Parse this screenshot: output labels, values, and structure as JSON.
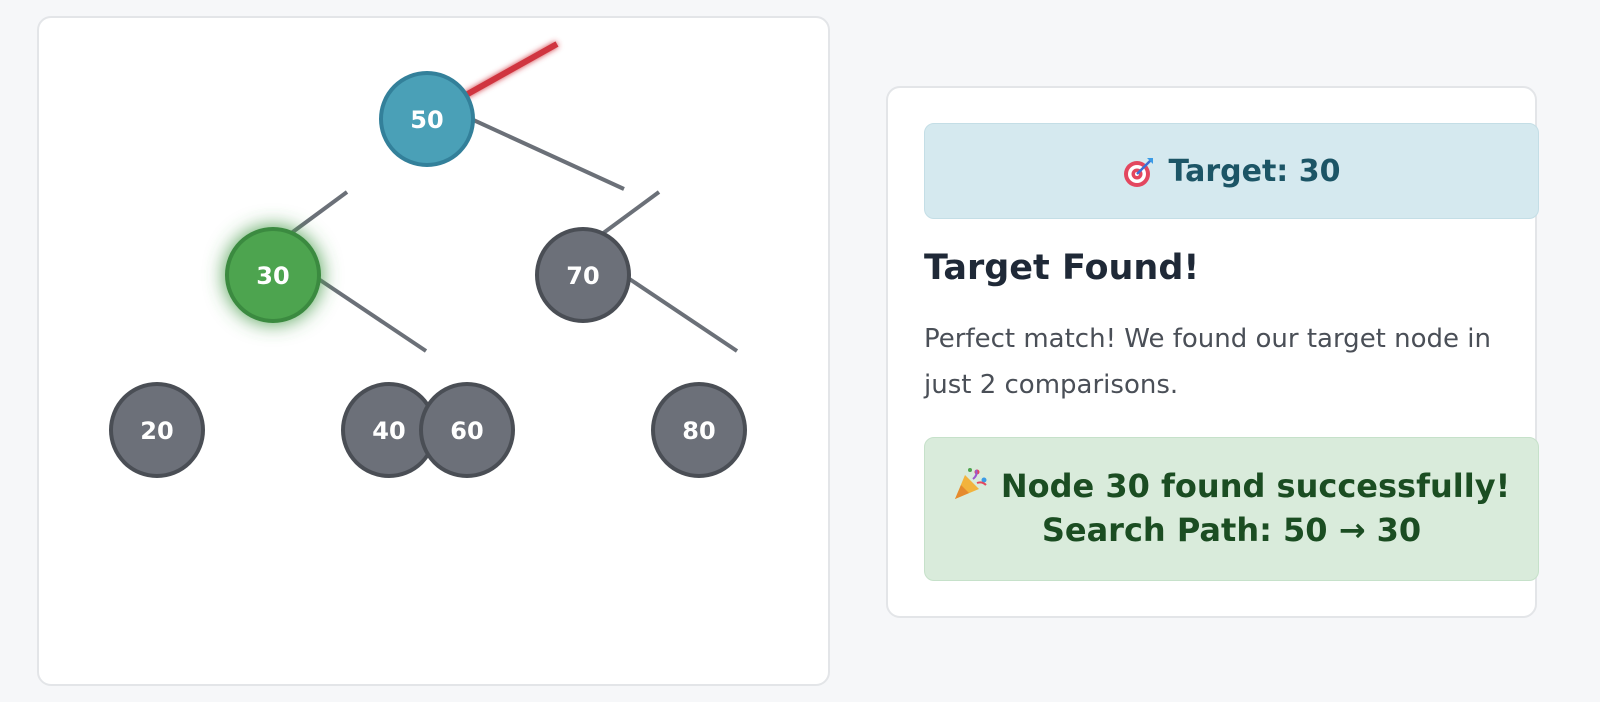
{
  "tree": {
    "nodes": [
      {
        "id": "n50",
        "label": "50",
        "state": "current"
      },
      {
        "id": "n30",
        "label": "30",
        "state": "found"
      },
      {
        "id": "n70",
        "label": "70",
        "state": "default"
      },
      {
        "id": "n20",
        "label": "20",
        "state": "default"
      },
      {
        "id": "n40",
        "label": "40",
        "state": "default"
      },
      {
        "id": "n60",
        "label": "60",
        "state": "default"
      },
      {
        "id": "n80",
        "label": "80",
        "state": "default"
      }
    ],
    "colors": {
      "current_fill": "#4aa0b7",
      "current_stroke": "#33809a",
      "found_fill": "#4ea44f",
      "found_stroke": "#3a8a3f",
      "default_fill": "#6c7079",
      "default_stroke": "#4a4e55",
      "active_edge": "#d0363f",
      "edge": "#6b7078"
    }
  },
  "panel": {
    "target_icon": "target-dart-icon",
    "target_text": "Target: 30",
    "status_title": "Target Found!",
    "status_description": "Perfect match! We found our target node in just 2 comparisons.",
    "success_icon": "party-popper-icon",
    "success_line1": "Node 30 found successfully!",
    "success_line2": "Search Path: 50 → 30",
    "target_bg": "#d5e9ef",
    "success_bg": "#d9ebdb"
  }
}
